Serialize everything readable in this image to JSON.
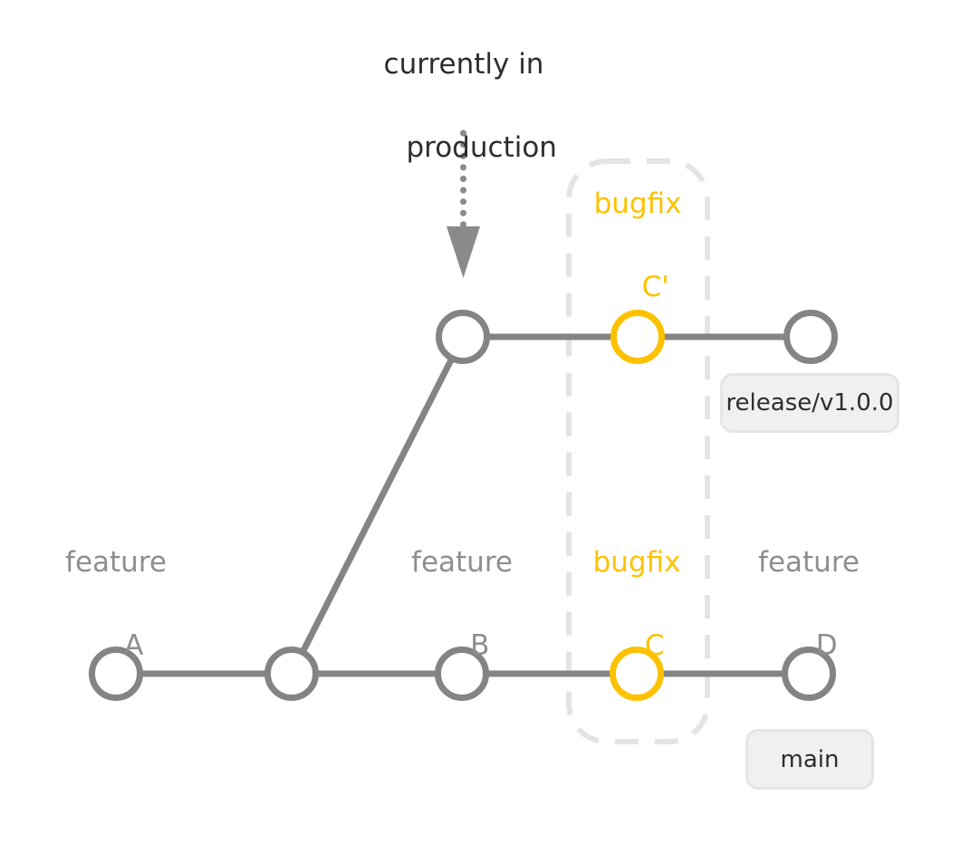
{
  "diagram": {
    "annotation": {
      "line1": "currently in",
      "line2": "production"
    },
    "labels": {
      "feature_a": {
        "line1": "feature",
        "line2": "A"
      },
      "feature_b": {
        "line1": "feature",
        "line2": "B"
      },
      "bugfix_c": {
        "line1": "bugfix",
        "line2": "C"
      },
      "feature_d": {
        "line1": "feature",
        "line2": "D"
      },
      "bugfix_c_prime": {
        "line1": "bugfix",
        "line2": "C'"
      }
    },
    "badges": {
      "release_label": "release/v1.0.0",
      "main_label": "main"
    },
    "colors": {
      "branch_gray": "#848484",
      "label_gray": "#8e8e8e",
      "highlight_yellow": "#fcc200",
      "annotation_dark": "#2d2d2d",
      "dashed_box_gray": "#e4e4e4",
      "badge_background": "#f0f0f0",
      "badge_border": "#e5e5e5"
    }
  }
}
